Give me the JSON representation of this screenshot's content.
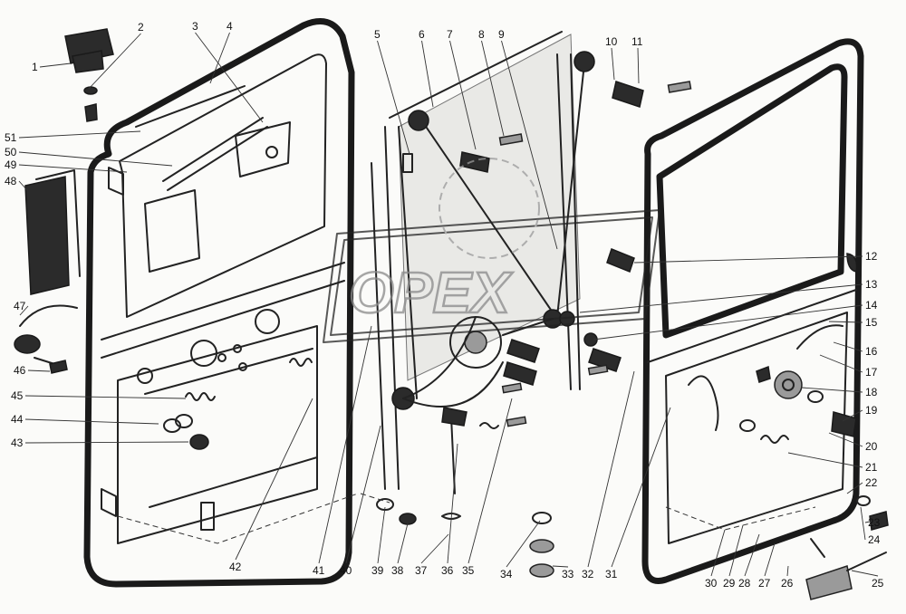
{
  "watermark": {
    "text": "OPEX"
  },
  "labels": [
    {
      "n": "1"
    },
    {
      "n": "2"
    },
    {
      "n": "3"
    },
    {
      "n": "4"
    },
    {
      "n": "5"
    },
    {
      "n": "6"
    },
    {
      "n": "7"
    },
    {
      "n": "8"
    },
    {
      "n": "9"
    },
    {
      "n": "10"
    },
    {
      "n": "11"
    },
    {
      "n": "12"
    },
    {
      "n": "13"
    },
    {
      "n": "14"
    },
    {
      "n": "15"
    },
    {
      "n": "16"
    },
    {
      "n": "17"
    },
    {
      "n": "18"
    },
    {
      "n": "19"
    },
    {
      "n": "20"
    },
    {
      "n": "21"
    },
    {
      "n": "22"
    },
    {
      "n": "23"
    },
    {
      "n": "24"
    },
    {
      "n": "25"
    },
    {
      "n": "26"
    },
    {
      "n": "27"
    },
    {
      "n": "28"
    },
    {
      "n": "29"
    },
    {
      "n": "30"
    },
    {
      "n": "31"
    },
    {
      "n": "32"
    },
    {
      "n": "33"
    },
    {
      "n": "34"
    },
    {
      "n": "35"
    },
    {
      "n": "36"
    },
    {
      "n": "37"
    },
    {
      "n": "38"
    },
    {
      "n": "39"
    },
    {
      "n": "40"
    },
    {
      "n": "41"
    },
    {
      "n": "42"
    },
    {
      "n": "43"
    },
    {
      "n": "44"
    },
    {
      "n": "45"
    },
    {
      "n": "46"
    },
    {
      "n": "47"
    },
    {
      "n": "48"
    },
    {
      "n": "49"
    },
    {
      "n": "50"
    },
    {
      "n": "51"
    }
  ]
}
